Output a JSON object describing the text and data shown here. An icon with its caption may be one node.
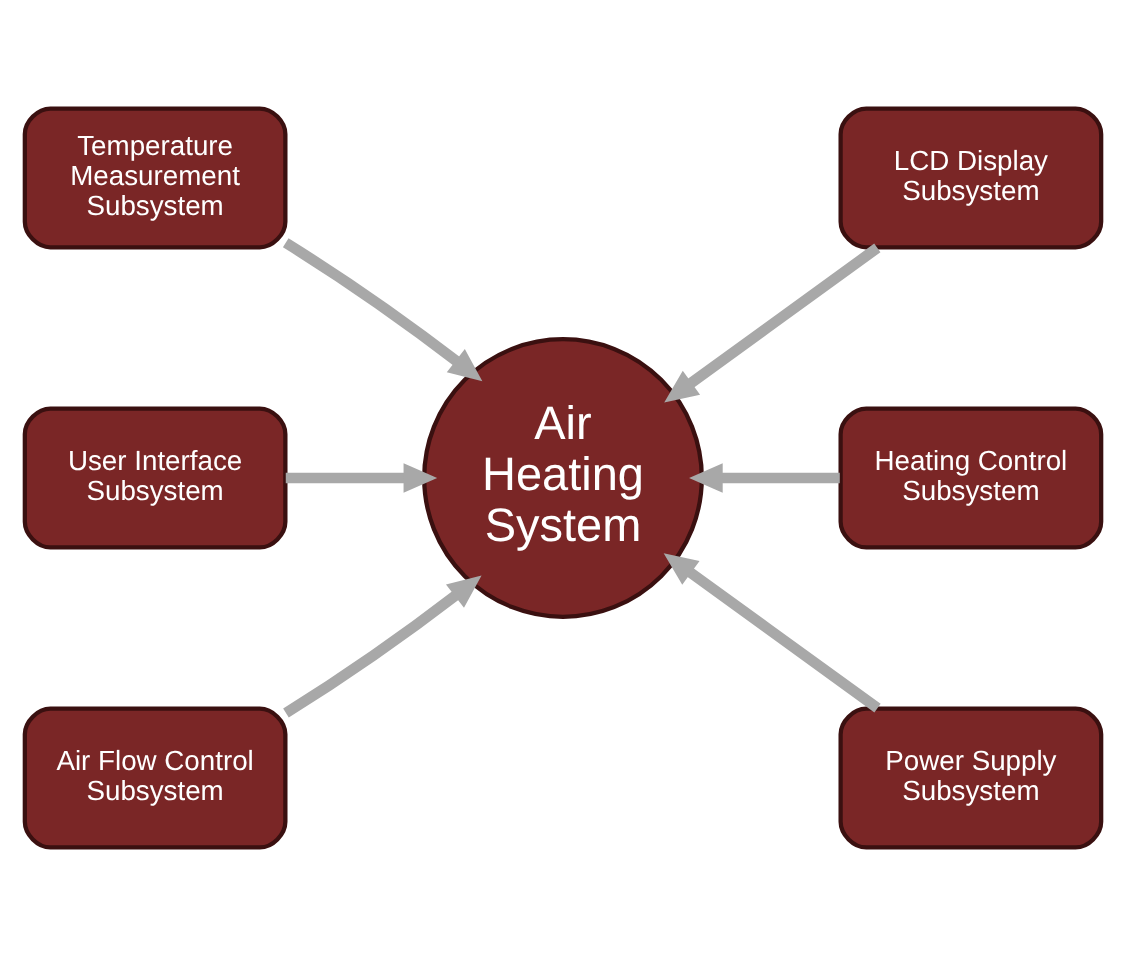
{
  "diagram": {
    "nodes": [
      {
        "text": [
          "Temperature Measurement Subsystem"
        ]
      },
      {
        "text": [
          "LCD Display Subsystem"
        ]
      },
      {
        "text": [
          "User Interface Subsystem"
        ]
      },
      {
        "text": [
          "Air Heating System"
        ]
      },
      {
        "text": [
          "Heating Control Subsystem"
        ]
      },
      {
        "text": [
          "Air Flow Control Subsystem"
        ]
      },
      {
        "text": [
          "Power Supply Subsystem"
        ]
      }
    ],
    "edges": [
      {
        "from": 0,
        "to": 3,
        "arrow": "to"
      },
      {
        "from": 1,
        "to": 3,
        "arrow": "to"
      },
      {
        "from": 2,
        "to": 3,
        "arrow": "to"
      },
      {
        "from": 4,
        "to": 3,
        "arrow": "to"
      },
      {
        "from": 5,
        "to": 3,
        "arrow": "to"
      },
      {
        "from": 6,
        "to": 3,
        "arrow": "to"
      }
    ]
  }
}
